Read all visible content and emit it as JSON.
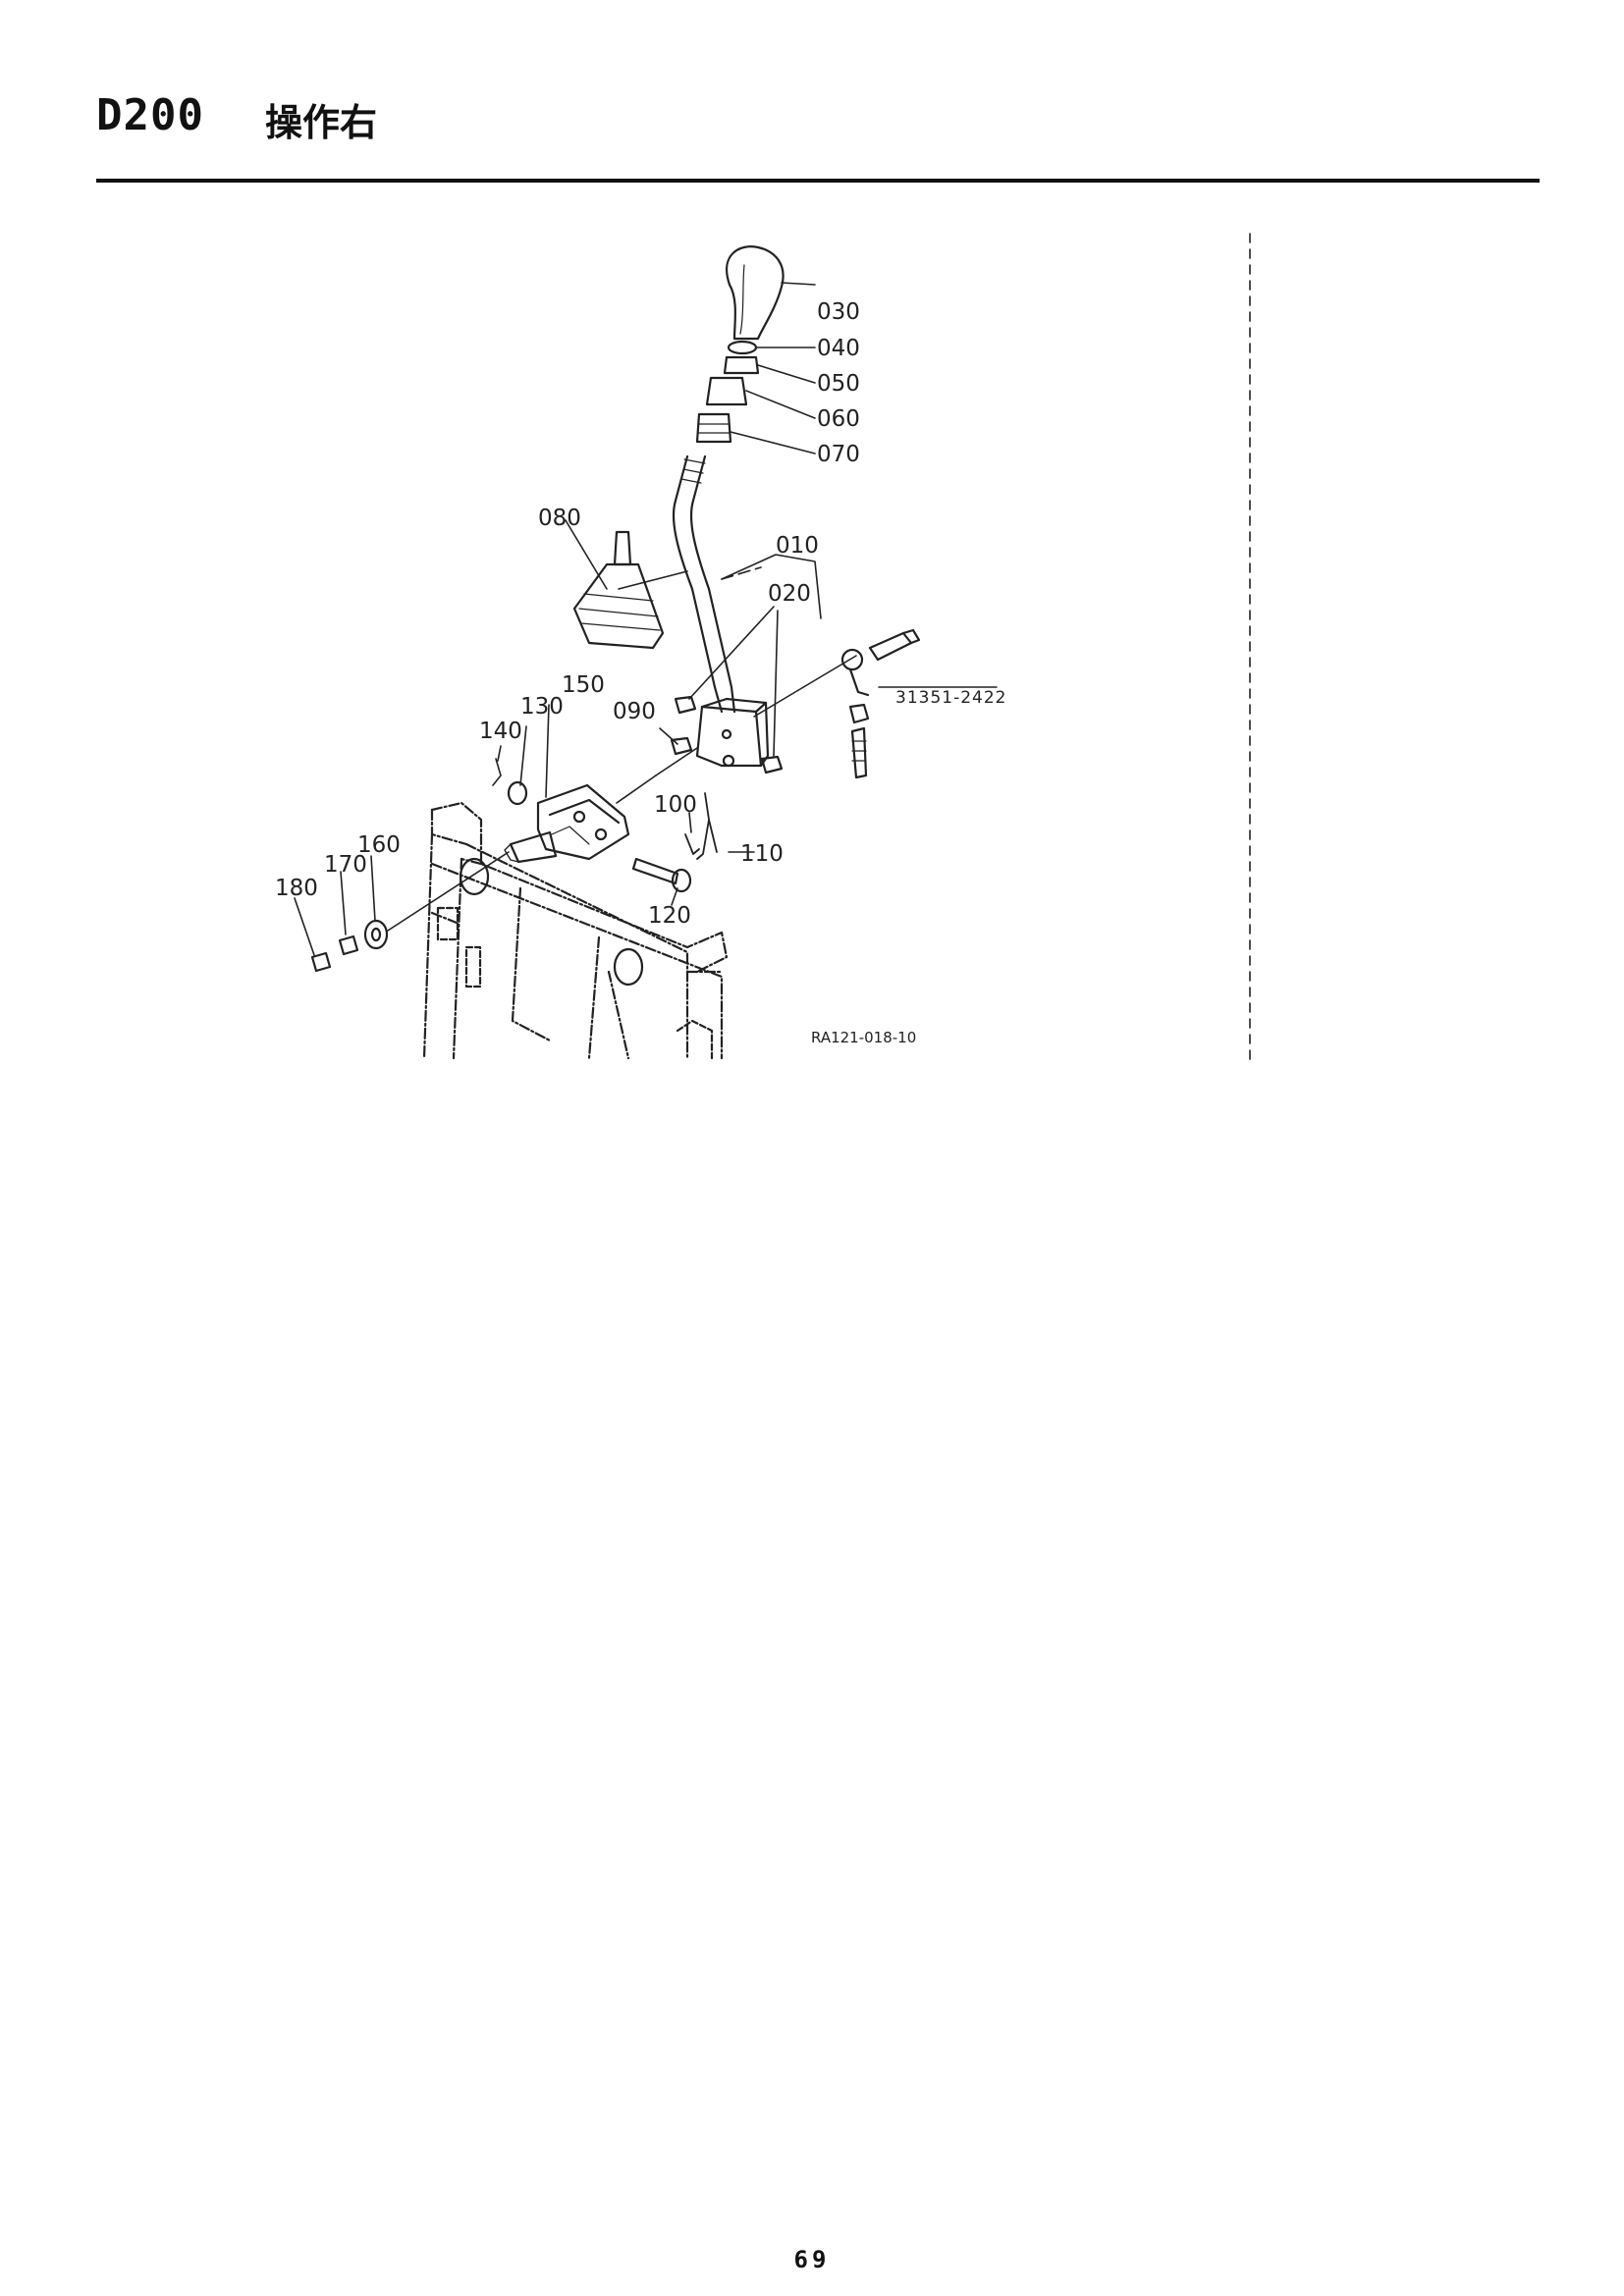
{
  "header": {
    "section_code": "D200",
    "section_title": "操作右"
  },
  "diagram": {
    "drawing_number": "RA121-018-10",
    "reference_part": "31351-2422",
    "callouts": {
      "p010": "010",
      "p020": "020",
      "p030": "030",
      "p040": "040",
      "p050": "050",
      "p060": "060",
      "p070": "070",
      "p080": "080",
      "p090": "090",
      "p100": "100",
      "p110": "110",
      "p120": "120",
      "p130": "130",
      "p140": "140",
      "p150": "150",
      "p160": "160",
      "p170": "170",
      "p180": "180"
    }
  },
  "footer": {
    "page_number": "69"
  }
}
